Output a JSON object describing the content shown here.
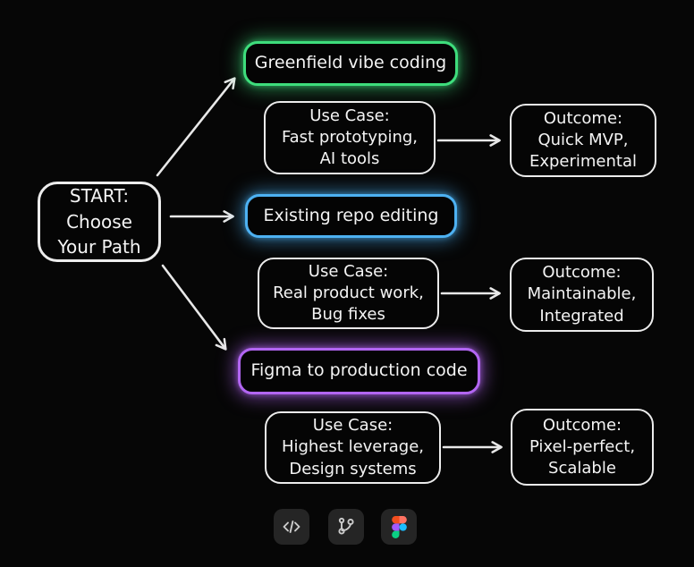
{
  "diagram": {
    "start": {
      "lines": [
        "START:",
        "Choose",
        "Your Path"
      ]
    },
    "branches": [
      {
        "title": "Greenfield vibe coding",
        "accent": "#3edd7c",
        "glow": "rgba(62,221,124,0.55)",
        "use_case": {
          "lines": [
            "Use Case:",
            "Fast prototyping,",
            "AI tools"
          ]
        },
        "outcome": {
          "lines": [
            "Outcome:",
            "Quick MVP,",
            "Experimental"
          ]
        }
      },
      {
        "title": "Existing repo editing",
        "accent": "#4db1f2",
        "glow": "rgba(77,177,242,0.55)",
        "use_case": {
          "lines": [
            "Use Case:",
            "Real product work,",
            "Bug fixes"
          ]
        },
        "outcome": {
          "lines": [
            "Outcome:",
            "Maintainable,",
            "Integrated"
          ]
        }
      },
      {
        "title": "Figma to production code",
        "accent": "#b266f2",
        "glow": "rgba(178,102,242,0.6)",
        "use_case": {
          "lines": [
            "Use Case:",
            "Highest leverage,",
            "Design systems"
          ]
        },
        "outcome": {
          "lines": [
            "Outcome:",
            "Pixel-perfect,",
            "Scalable"
          ]
        }
      }
    ],
    "colors": {
      "background": "#060606",
      "connector_line": "#e8e8e8",
      "box_border": "#ececec",
      "text": "#f4f4f4",
      "icon_button_bg": "#252525",
      "icon_glyph": "#cccccc"
    },
    "footer_icons": [
      {
        "name": "code-icon"
      },
      {
        "name": "git-branch-icon"
      },
      {
        "name": "figma-icon"
      }
    ],
    "figma_logo_colors": {
      "red": "#F24E1E",
      "salmon": "#FF7262",
      "purple": "#A259FF",
      "blue": "#1ABCFE",
      "green": "#0ACF83"
    }
  }
}
